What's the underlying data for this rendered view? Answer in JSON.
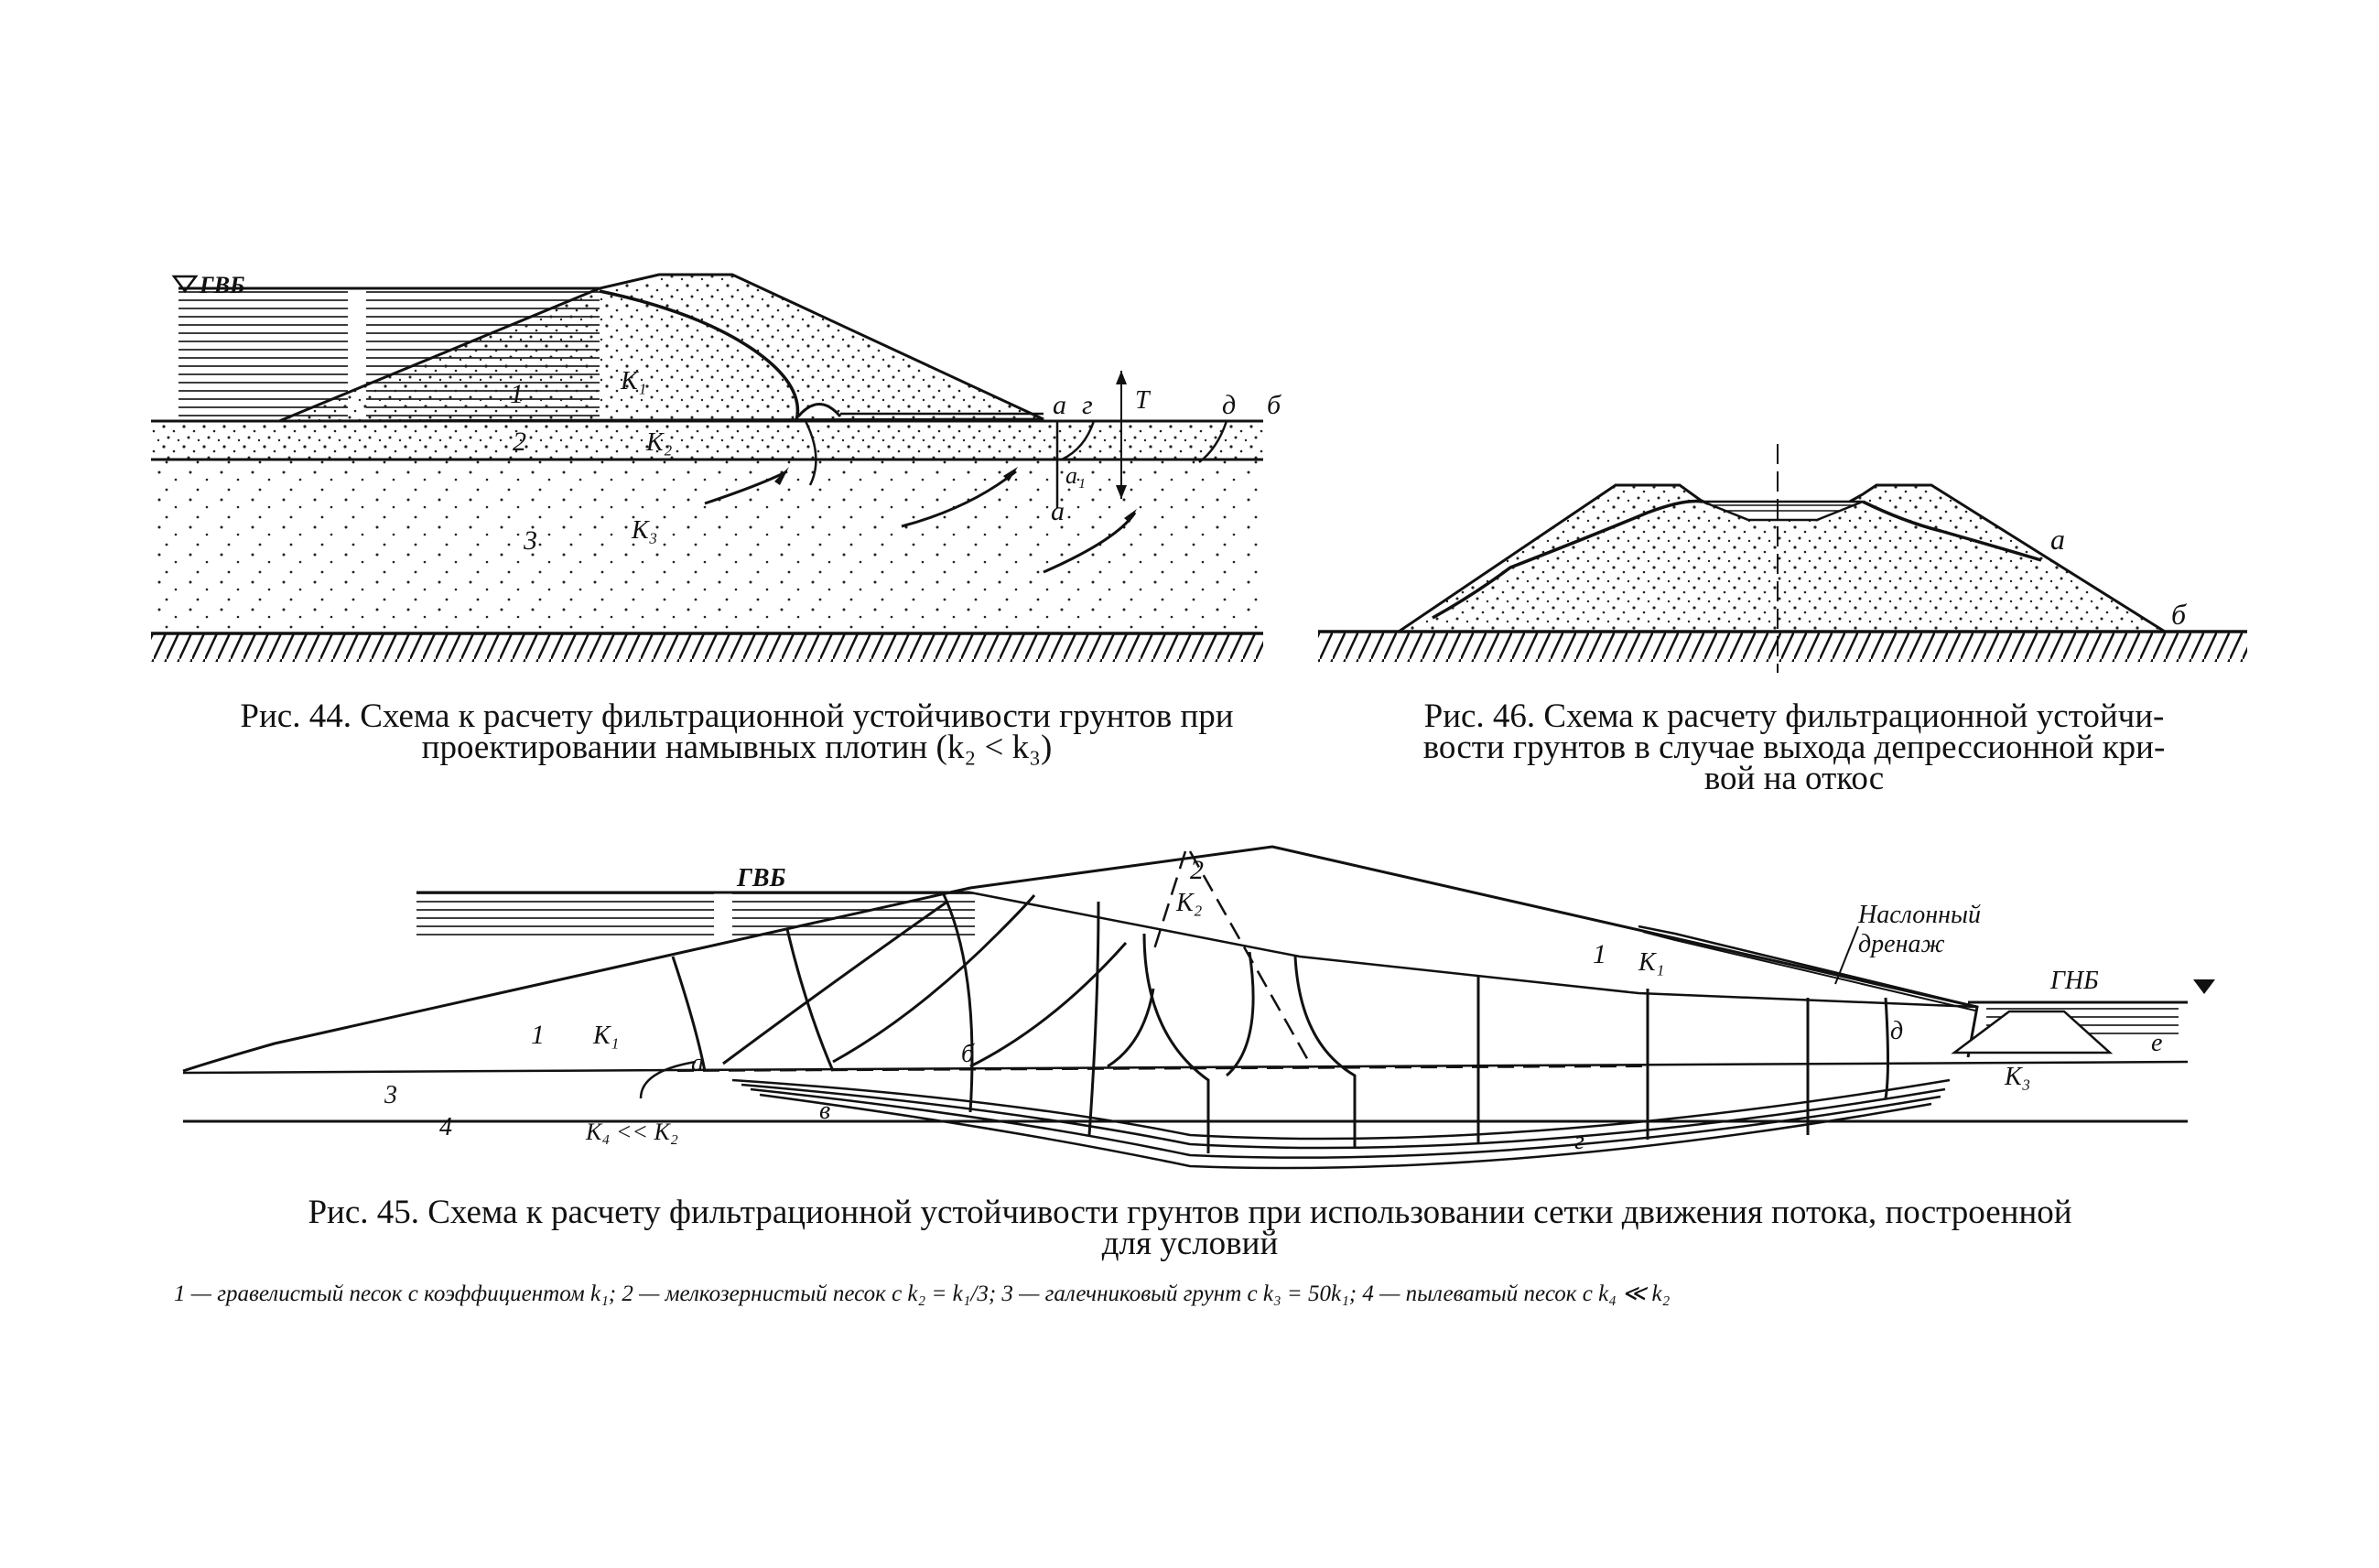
{
  "fig44": {
    "caption_line1": "Рис. 44. Схема к расчету фильтрационной устойчивости грунтов при",
    "caption_line2": "проектировании намывных плотин (k₂ < k₃)",
    "label_gvb": "ГВБ",
    "label_1": "1",
    "label_2": "2",
    "label_3": "3",
    "label_k1": "K₁",
    "label_k2": "K₂",
    "label_k3": "K₃",
    "label_a": "а",
    "label_g": "г",
    "label_t": "Т",
    "label_d": "д",
    "label_b": "б",
    "label_a1": "а₁",
    "label_a_low": "а"
  },
  "fig46": {
    "caption_line1": "Рис. 46. Схема к расчету фильтрационной устойчи-",
    "caption_line2": "вости грунтов в случае выхода депрессионной кри-",
    "caption_line3": "вой на откос",
    "label_a": "а",
    "label_b": "б"
  },
  "fig45": {
    "caption_line1": "Рис. 45. Схема к расчету фильтрационной устойчивости грунтов при использовании сетки движения потока, построенной",
    "caption_line2": "для условий",
    "legend": "1 — гравелистый песок с коэффициентом k₁; 2 — мелкозернистый песок с k₂ = k₁/3; 3 — галечниковый грунт с k₃ = 50k₁; 4 — пылеватый песок с k₄ ≪ k₂",
    "label_gvb": "ГВБ",
    "label_gnb": "ГНБ",
    "label_drain1": "Наслонный",
    "label_drain2": "дренаж",
    "label_1a": "1",
    "label_k1a": "K₁",
    "label_1b": "1",
    "label_k1b": "K₁",
    "label_2": "2",
    "label_k2": "K₂",
    "label_3": "3",
    "label_4": "4",
    "label_k4k2": "K₄ << K₂",
    "label_k3": "K₃",
    "label_a": "а",
    "label_b": "б",
    "label_v": "в",
    "label_g": "г",
    "label_d": "д",
    "label_e": "е"
  }
}
